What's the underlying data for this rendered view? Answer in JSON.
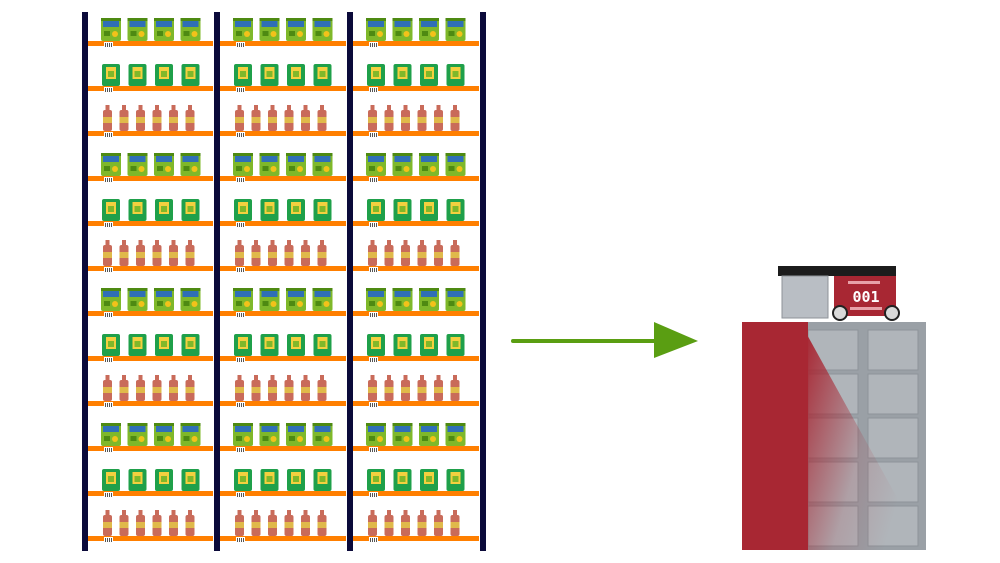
{
  "diagram": {
    "description_visible_text": {
      "robot_display": "001"
    },
    "colors": {
      "background": "#ffffff",
      "upright": "#0b0a3a",
      "shelf": "#ff7f00",
      "snack_bag": "#7fb82a",
      "snack_bag_dark": "#4e8a12",
      "bag_label": "#2f6fb7",
      "bag_accent": "#f2c21a",
      "green_box": "#1fa04a",
      "green_box_label": "#f4d03f",
      "bottle": "#c96b5a",
      "bottle_label": "#e0b94a",
      "barcode": "#555555",
      "arrow": "#5a9e12",
      "robot_red": "#a82733",
      "robot_top": "#1c1c1c",
      "robot_box": "#b9bec4",
      "locker_frame": "#9aa0a6",
      "locker_cell": "#b0b5ba",
      "locker_cell_edge": "#8e9399"
    },
    "shelf_rack": {
      "columns": 3,
      "rows_per_column": 12,
      "row_pattern": [
        "snack-bags",
        "green-boxes",
        "bottles"
      ],
      "items_per_row": {
        "snack-bags": 4,
        "green-boxes": 4,
        "bottles": 6
      }
    },
    "arrow": {
      "direction": "right"
    },
    "robot": {
      "display_text": "001",
      "wheels": 2
    },
    "locker": {
      "columns": 2,
      "rows": 5
    }
  }
}
